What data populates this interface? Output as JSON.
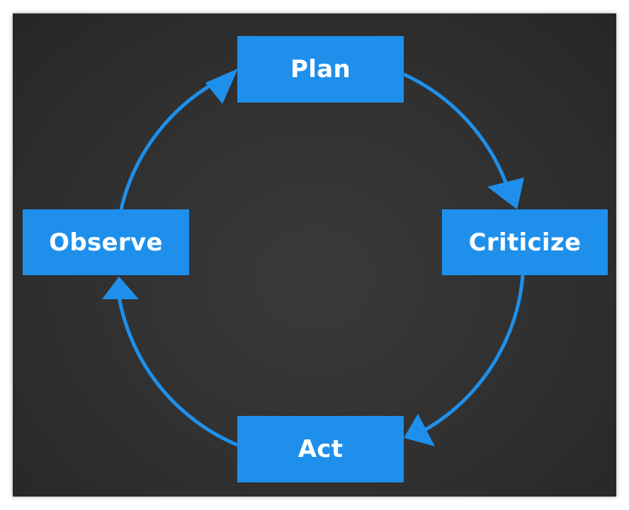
{
  "diagram": {
    "type": "cycle",
    "nodes": [
      {
        "id": "plan",
        "label": "Plan"
      },
      {
        "id": "criticize",
        "label": "Criticize"
      },
      {
        "id": "act",
        "label": "Act"
      },
      {
        "id": "observe",
        "label": "Observe"
      }
    ],
    "edges": [
      {
        "from": "observe",
        "to": "plan"
      },
      {
        "from": "plan",
        "to": "criticize"
      },
      {
        "from": "criticize",
        "to": "act"
      },
      {
        "from": "act",
        "to": "observe"
      }
    ]
  },
  "colors": {
    "background": "#2f2f2f",
    "node_fill": "#1e90ec",
    "node_text": "#ffffff",
    "edge": "#1e90ec"
  }
}
